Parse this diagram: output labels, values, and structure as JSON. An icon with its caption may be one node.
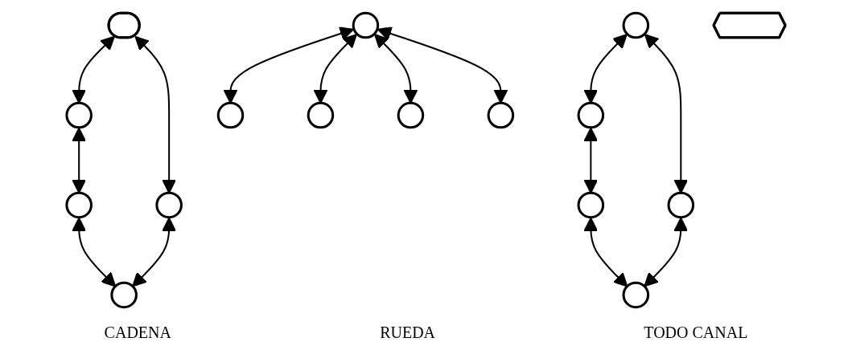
{
  "diagram": {
    "nodes": [
      {
        "text": [],
        "shape": "ellipse"
      },
      {
        "text": [],
        "shape": "circle"
      },
      {
        "text": [],
        "shape": "circle"
      },
      {
        "text": [],
        "shape": "circle"
      },
      {
        "text": [],
        "shape": "circle"
      },
      {
        "text": [],
        "shape": "circle"
      },
      {
        "text": [],
        "shape": "circle"
      },
      {
        "text": [],
        "shape": "circle"
      },
      {
        "text": [],
        "shape": "circle"
      },
      {
        "text": [],
        "shape": "circle"
      },
      {
        "text": [],
        "shape": "circle"
      },
      {
        "text": [],
        "shape": "circle"
      },
      {
        "text": [],
        "shape": "circle"
      },
      {
        "text": [],
        "shape": "circle"
      },
      {
        "text": [],
        "shape": "circle"
      },
      {
        "text": [],
        "shape": "arrow"
      }
    ],
    "edges": [
      {
        "from": 0,
        "to": 1,
        "arrow": "both"
      },
      {
        "from": 0,
        "to": 2,
        "arrow": "both"
      },
      {
        "from": 1,
        "to": 3,
        "arrow": "both"
      },
      {
        "from": 2,
        "to": 4,
        "arrow": "both"
      },
      {
        "from": 3,
        "to": 4,
        "arrow": "both"
      },
      {
        "from": 5,
        "to": 6,
        "arrow": "both"
      },
      {
        "from": 5,
        "to": 7,
        "arrow": "both"
      },
      {
        "from": 5,
        "to": 8,
        "arrow": "both"
      },
      {
        "from": 5,
        "to": 9,
        "arrow": "both"
      },
      {
        "from": 10,
        "to": 11,
        "arrow": "both"
      },
      {
        "from": 10,
        "to": 12,
        "arrow": "both"
      },
      {
        "from": 11,
        "to": 13,
        "arrow": "both"
      },
      {
        "from": 12,
        "to": 14,
        "arrow": "both"
      },
      {
        "from": 13,
        "to": 14,
        "arrow": "both"
      }
    ],
    "labels": [
      "CADENA",
      "RUEDA",
      "TODO CANAL"
    ]
  }
}
